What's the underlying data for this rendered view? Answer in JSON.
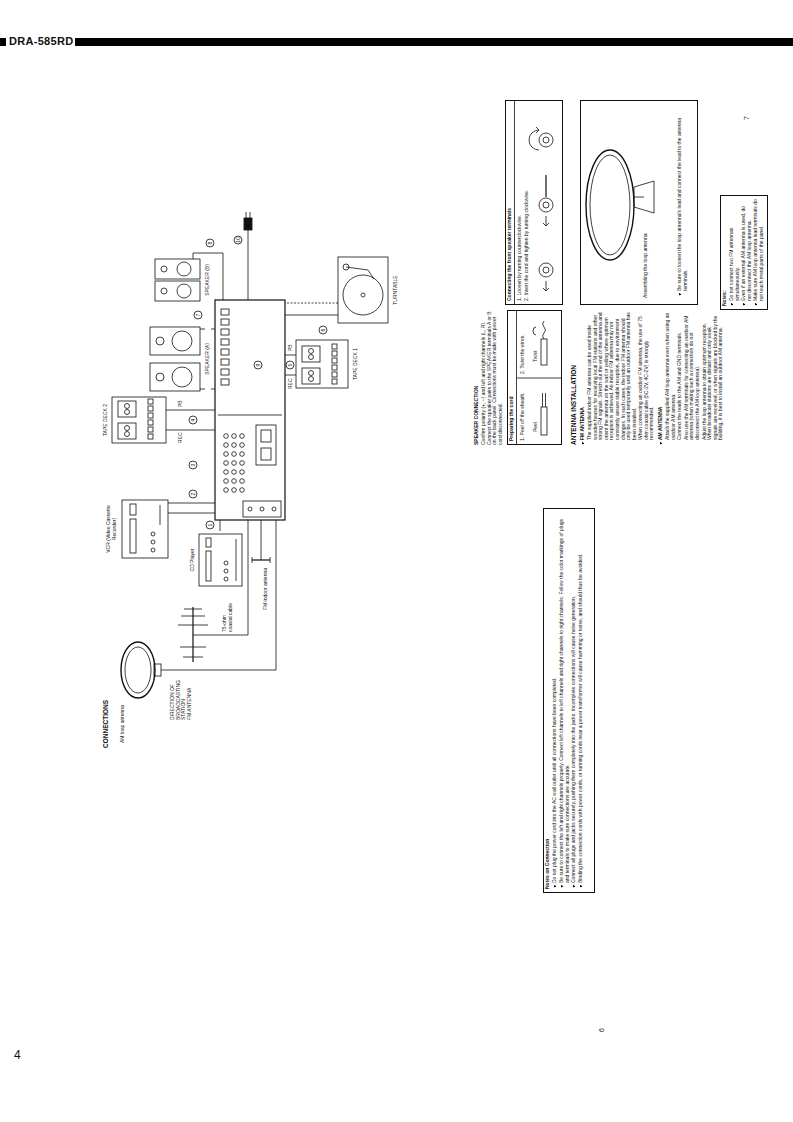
{
  "diagram": {
    "title": "CONNECTIONS",
    "nodes": [
      {
        "text": [
          "Preparing the cord",
          "1. Peel off the sheath.",
          "2. Twist the wires.",
          "Peel",
          "Twist"
        ]
      },
      {
        "text": [
          "Connecting the front speaker terminals",
          "1. Loosen by turning counterclockwise.",
          "2. Insert the cord and tighten by turning clockwise."
        ]
      },
      {
        "text": [
          "Assembling the loop antenna",
          "Be sure to loosen the loop antenna's lead and connect the lead to the antenna terminals."
        ]
      },
      {
        "text": [
          "Notes:",
          "Do not connect two FM antennas simultaneously.",
          "Even if an external AM antenna is used, do not disconnect the AM loop antenna.",
          "Make sure AM loop antenna lead terminals do not touch metal parts of the panel."
        ]
      },
      {
        "text": [
          "Notes on Connection",
          "Do not plug the power cord into the AC wall outlet until all connections have been completed.",
          "Be sure to connect the left and right channels properly. Connect left channels to left channels and right channels to right channels. Follow the color markings of plugs and terminals to make sure connections are accurate.",
          "Connect all plugs and jacks securely, pushing them completely into the jacks. Incomplete connections will cause noise generation.",
          "Binding the connection cords with power cords, or running cords near a power transformer will cause humming or noise, and should thus be avoided."
        ]
      },
      {
        "text": [
          "CD Player"
        ]
      },
      {
        "text": [
          "VCR (Video Cassette Recorder)"
        ]
      },
      {
        "text": [
          "TAPE DECK 2"
        ]
      },
      {
        "text": [
          "SPEAKER (A)"
        ]
      },
      {
        "text": [
          "SPEAKER (B)"
        ]
      },
      {
        "text": [
          "TAPE DECK 1"
        ]
      },
      {
        "text": [
          "TURNTABLE"
        ]
      }
    ],
    "labels": [
      "DRA-585RD",
      "4",
      "AM loop antenna",
      "DIRECTION OF BROADCASTING STATION",
      "FM ANTENNA",
      "75-ohm coaxial cable",
      "FM indoor antenna",
      "1",
      "2",
      "3",
      "4",
      "5",
      "6",
      "7",
      "8",
      "9",
      "10",
      "REC",
      "PB",
      "REC",
      "PB",
      "SPEAKER CONNECTION",
      "Confirm polarity (+, –) and left and right channels (L, R). Connect the speaker pairs to the SPEAKER terminals A or B on the back panel. Connections must be made with power cord disconnected.",
      "ANTENNA INSTALLATION",
      "FM ANTENNA",
      "The supplied indoor FM antenna can be used inside wooden houses for receiving local FM stations and other strong FM signals. Stretch out the end of the antenna and orient the antenna on the wall or ceiling where optimum reception is achieved. An indoor FM antenna may not constantly assure stable reception, due to environment changes. In such cases, the indoor FM antenna should only be used temporarily until an outdoor FM antenna has been installed.",
      "When connecting an outdoor FM antenna, the use of 75 ohm coaxial cable (5C-2V, 4C-2V) is strongly recommended.",
      "AM ANTENNA",
      "Attach the supplied AM loop antenna even when using an outdoor AM antenna.",
      "Connect the leads to the AM and GND terminals.",
      "Also use the AM terminals for connecting an outdoor AM antenna (when making such a connection do not disconnect the AM loop antenna).",
      "Adjust the loop antenna to obtain optimum reception. When broadcast stations are distant and only weak signals are received, or when signals are blocked by the building, it is best to install an outdoor AM antenna.",
      "6",
      "7"
    ]
  }
}
